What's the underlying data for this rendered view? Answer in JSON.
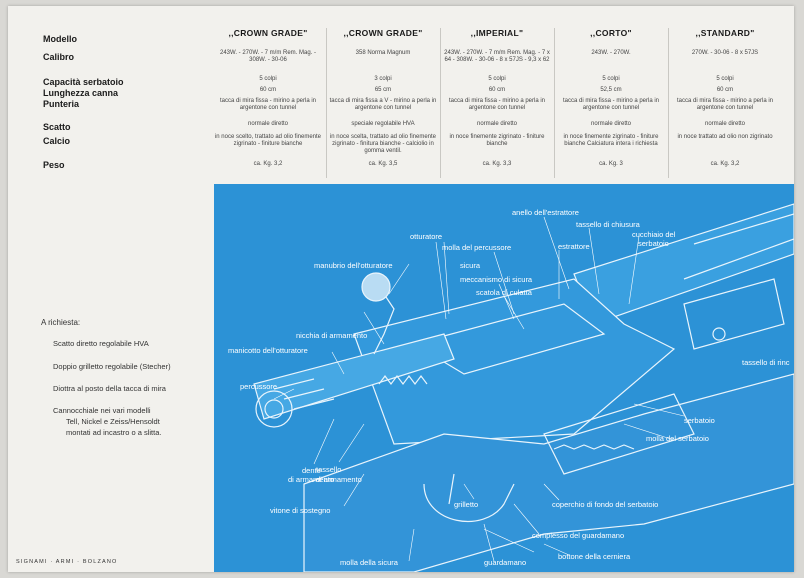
{
  "rows": {
    "modello": "Modello",
    "calibro": "Calibro",
    "capacita": "Capacità serbatoio",
    "lunghezza": "Lunghezza canna",
    "punteria": "Punteria",
    "scatto": "Scatto",
    "calcio": "Calcio",
    "peso": "Peso"
  },
  "models": [
    {
      "name": ",,CROWN GRADE\"",
      "calibro": "243W. - 270W. - 7 m/m Rem. Mag. - 308W. - 30-06",
      "capacita": "5 colpi",
      "lunghezza": "60 cm",
      "punteria": "tacca di mira fissa - mirino a perla in argentone con tunnel",
      "scatto": "normale diretto",
      "calcio": "in noce scelto, trattato ad olio finemente zigrinato - finiture bianche",
      "peso": "ca. Kg. 3,2"
    },
    {
      "name": ",,CROWN GRADE\"",
      "calibro": "358 Norma Magnum",
      "capacita": "3 colpi",
      "lunghezza": "65 cm",
      "punteria": "tacca di mira fissa a V - mirino a perla in argentone con tunnel",
      "scatto": "speciale regolabile HVA",
      "calcio": "in noce scelta, trattato ad olio finemente zigrinato - finitura bianche - calciolio in gomma ventil.",
      "peso": "ca. Kg. 3,5"
    },
    {
      "name": ",,IMPERIAL\"",
      "calibro": "243W. - 270W. - 7 m/m Rem. Mag. - 7 x 64 - 308W. - 30-06 - 8 x 57JS - 9,3 x 62",
      "capacita": "5 colpi",
      "lunghezza": "60 cm",
      "punteria": "tacca di mira fissa - mirino a perla in argentone con tunnel",
      "scatto": "normale diretto",
      "calcio": "in noce finemente zigrinato - finiture bianche",
      "peso": "ca. Kg. 3,3"
    },
    {
      "name": ",,CORTO\"",
      "calibro": "243W. - 270W.",
      "capacita": "5 colpi",
      "lunghezza": "52,5 cm",
      "punteria": "tacca di mira fissa - mirino a perla in argentone con tunnel",
      "scatto": "normale diretto",
      "calcio": "in noce finemente zigrinato - finiture bianche Calciatura intera i richiesta",
      "peso": "ca. Kg. 3"
    },
    {
      "name": ",,STANDARD\"",
      "calibro": "270W. - 30-06 - 8 x 57JS",
      "capacita": "5 colpi",
      "lunghezza": "60 cm",
      "punteria": "tacca di mira fissa - mirino a perla in argentone con tunnel",
      "scatto": "normale diretto",
      "calcio": "in noce trattato ad olio non zigrinato",
      "peso": "ca. Kg. 3,2"
    }
  ],
  "a_richiesta": {
    "title": "A richiesta:",
    "items": [
      "Scatto diretto regolabile HVA",
      "Doppio grilletto regolabile (Stecher)",
      "Diottra al posto della tacca di mira",
      "Cannocchiale nei vari modelli",
      "Tell, Nickel e Zeiss/Hensoldt",
      "montati ad incastro o a slitta."
    ]
  },
  "footer": "SIGNAMI · ARMI · BOLZANO",
  "diagram_labels": {
    "anello": "anello dell'estrattore",
    "tassello_chiusura": "tassello di chiusura",
    "cucchiaio": "cucchiaio del",
    "serbatoio_top": "serbatoio",
    "otturatore": "otturatore",
    "molla_percussore": "molla del percussore",
    "estrattore": "estrattore",
    "sicura": "sicura",
    "manubrio": "manubrio dell'otturatore",
    "meccanismo": "meccanismo di sicura",
    "scatola": "scatola di culatta",
    "nicchia": "nicchia di armamento",
    "manicotto": "manicotto dell'otturatore",
    "tassello_rinc": "tassello di rinc",
    "percussore": "percussore",
    "serbatoio": "serbatoio",
    "molla_serbatoio": "molla del serbatoio",
    "dente": "dente",
    "di_armamento": "di armamento",
    "tassello": "tassello",
    "di_armamento2": "di armamento",
    "grilletto": "grilletto",
    "coperchio": "coperchio di fondo del serbatoio",
    "vitone": "vitone di sostegno",
    "complesso": "complesso del guardamano",
    "bottone": "bottone della cerniera",
    "molla_sicura": "molla della sicura",
    "guardamano": "guardamano"
  }
}
